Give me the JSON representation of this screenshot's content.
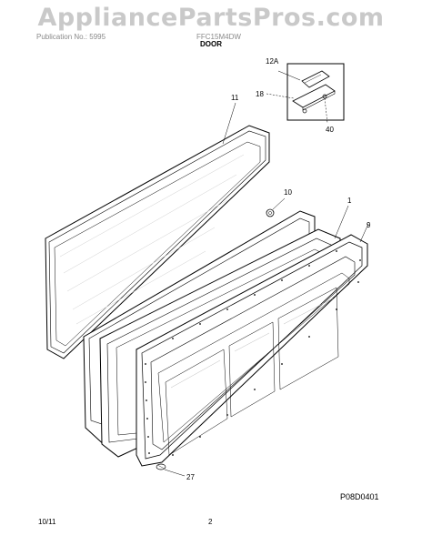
{
  "watermark": "AppliancePartsPros.com",
  "header": {
    "left_text": "Publication No.: 5995",
    "right_text": "FFC15M4DW",
    "section_title": "DOOR"
  },
  "callouts": {
    "p12a": "12A",
    "p18": "18",
    "p40": "40",
    "p11": "11",
    "p10": "10",
    "p1": "1",
    "p9": "9",
    "p27": "27"
  },
  "diagram_code": "P08D0401",
  "footer": {
    "date": "10/11",
    "page": "2"
  }
}
